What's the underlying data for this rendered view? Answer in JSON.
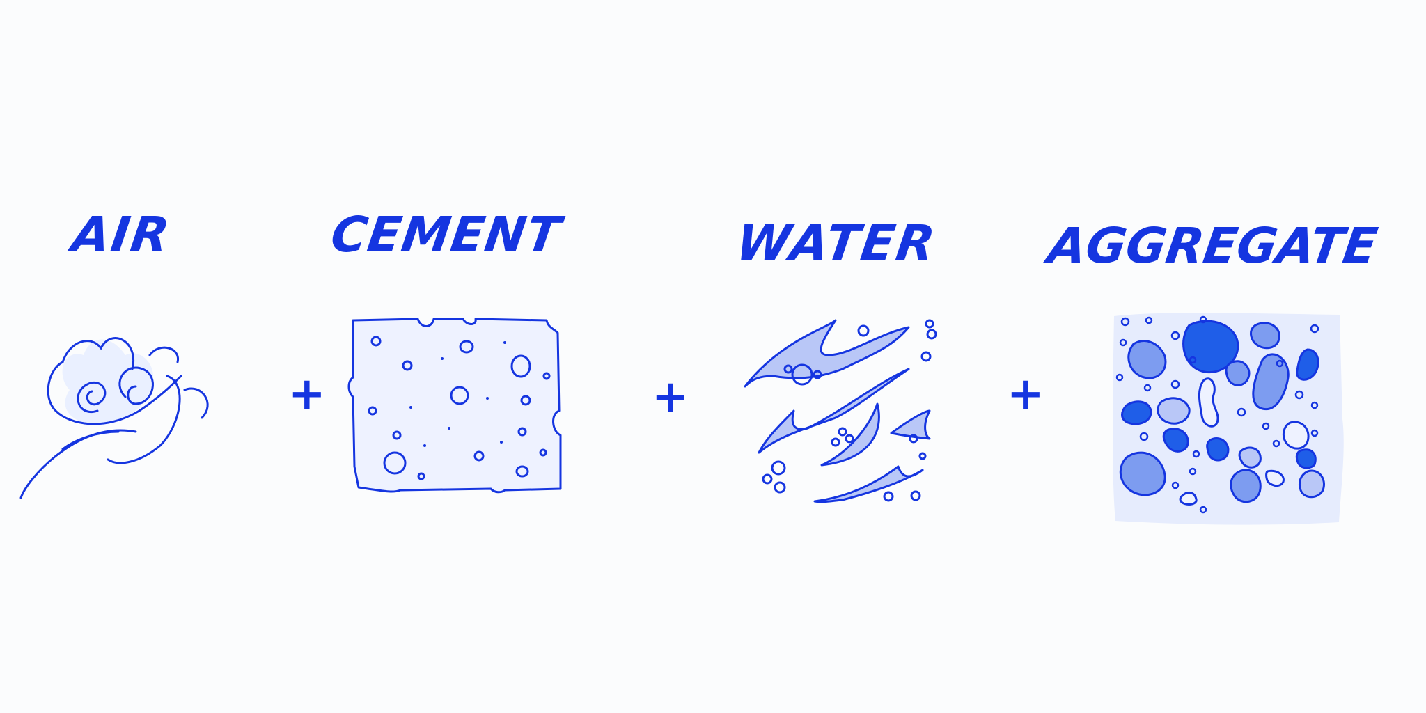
{
  "colors": {
    "ink": "#1535e0",
    "light_fill": "#eef2ff",
    "mid_fill": "#b9c7f7",
    "stone_fill": "#7d9cf0",
    "dark_fill": "#1f5ee8"
  },
  "items": [
    {
      "label": "AIR",
      "icon": "air-swirl-icon"
    },
    {
      "label": "CEMENT",
      "icon": "cement-block-icon"
    },
    {
      "label": "WATER",
      "icon": "water-waves-icon"
    },
    {
      "label": "AGGREGATE",
      "icon": "aggregate-stones-icon"
    }
  ],
  "operators": [
    "+",
    "+",
    "+"
  ]
}
